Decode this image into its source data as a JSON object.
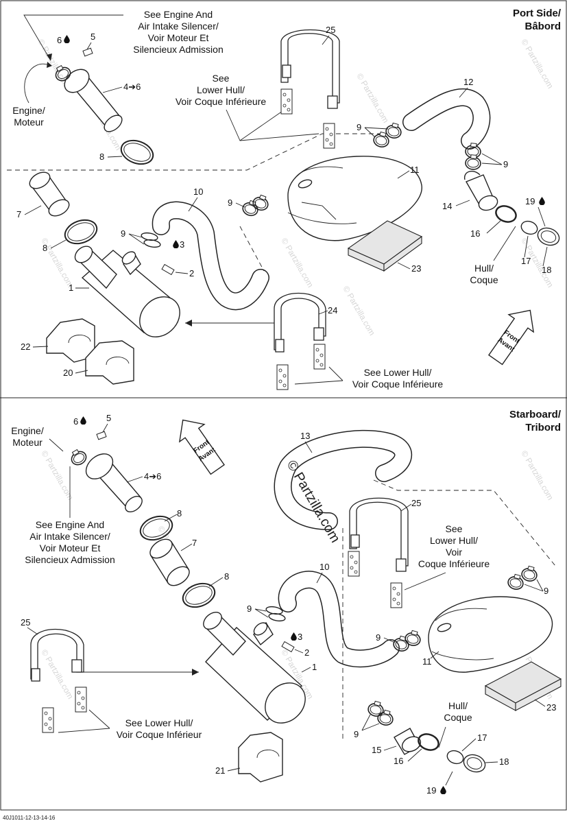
{
  "sections": {
    "port": {
      "title_line1": "Port Side/",
      "title_line2": "Bâbord"
    },
    "starboard": {
      "title_line1": "Starboard/",
      "title_line2": "Tribord"
    }
  },
  "notes": {
    "engine": [
      "Engine/",
      "Moteur"
    ],
    "engine_intake": [
      "See Engine And",
      "Air Intake Silencer/",
      "Voir Moteur Et",
      "Silencieux Admission"
    ],
    "lower_hull_top": [
      "See",
      "Lower Hull/",
      "Voir Coque Inférieure"
    ],
    "lower_hull_2line": [
      "See Lower Hull/",
      "Voir Coque Inférieure"
    ],
    "lower_hull_2line_b": [
      "See Lower Hull/",
      "Voir Coque Inférieur"
    ],
    "lower_hull_4line": [
      "See",
      "Lower Hull/",
      "Voir",
      "Coque Inférieure"
    ],
    "hull": [
      "Hull/",
      "Coque"
    ],
    "front": [
      "Front",
      "Avant"
    ]
  },
  "callouts": {
    "n1": "1",
    "n2": "2",
    "n3": "3",
    "n4": "4➔6",
    "n5": "5",
    "n6": "6",
    "n7": "7",
    "n8": "8",
    "n9": "9",
    "n10": "10",
    "n11": "11",
    "n12": "12",
    "n13": "13",
    "n14": "14",
    "n15": "15",
    "n16": "16",
    "n17": "17",
    "n18": "18",
    "n19": "19",
    "n20": "20",
    "n21": "21",
    "n22": "22",
    "n23": "23",
    "n24": "24",
    "n25": "25"
  },
  "watermark": "© Partzilla.com",
  "brand": "© Partzilla.com",
  "diagram_code": "40J1011-12-13-14-16"
}
